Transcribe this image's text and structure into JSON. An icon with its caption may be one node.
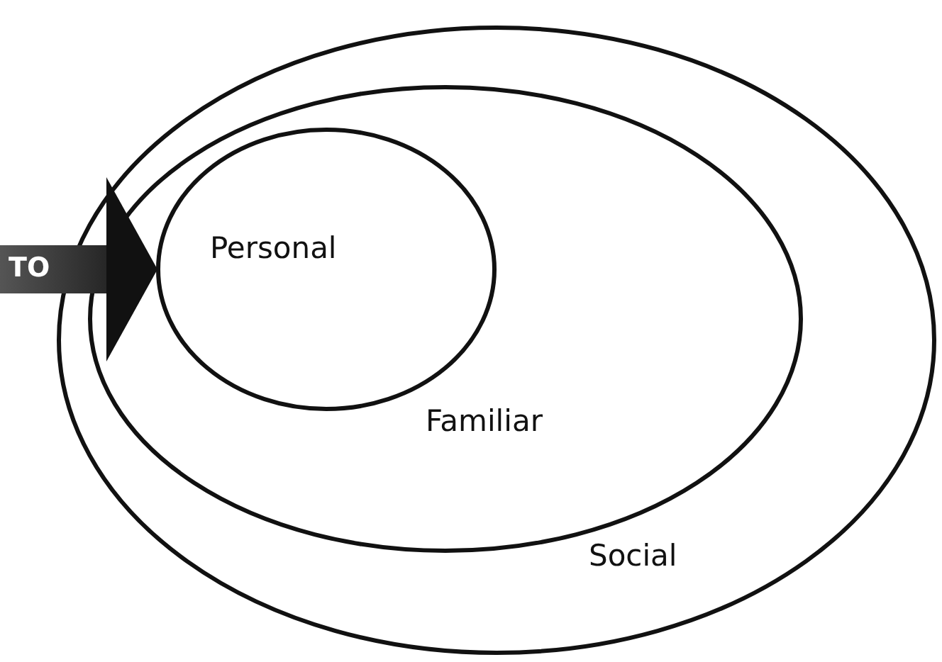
{
  "diagram": {
    "nodes": [
      {
        "text": [
          "Social"
        ]
      },
      {
        "text": [
          "Familiar"
        ],
        "in": 0
      },
      {
        "text": [
          "Personal"
        ],
        "in": 1
      }
    ],
    "edges": [
      {
        "from": null,
        "to": 2,
        "arrow": "to",
        "label": "TO",
        "style": "thick"
      }
    ]
  }
}
